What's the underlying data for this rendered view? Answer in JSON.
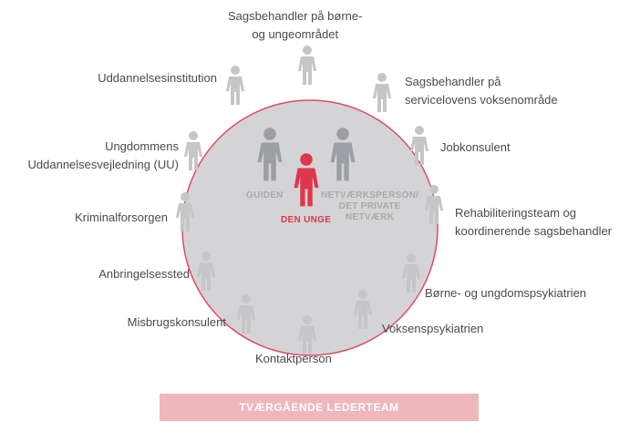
{
  "center": {
    "guide": "GUIDEN",
    "young_person": "DEN UNGE",
    "network_lines": [
      "NETVÆRKSPERSON/",
      "DET PRIVATE",
      "NETVÆRK"
    ]
  },
  "actors": [
    {
      "lines": [
        "Sagsbehandler på børne-",
        "og ungeområdet"
      ]
    },
    {
      "lines": [
        "Sagsbehandler på",
        "servicelovens voksenområde"
      ]
    },
    {
      "lines": [
        "Jobkonsulent"
      ]
    },
    {
      "lines": [
        "Rehabiliteringsteam og",
        "koordinerende sagsbehandler"
      ]
    },
    {
      "lines": [
        "Børne- og ungdomspsykiatrien"
      ]
    },
    {
      "lines": [
        "Voksenspsykiatrien"
      ]
    },
    {
      "lines": [
        "Kontaktperson"
      ]
    },
    {
      "lines": [
        "Misbrugskonsulent"
      ]
    },
    {
      "lines": [
        "Anbringelsessted"
      ]
    },
    {
      "lines": [
        "Kriminalforsorgen"
      ]
    },
    {
      "lines": [
        "Ungdommens",
        "Uddannelsesvejledning (UU)"
      ]
    },
    {
      "lines": [
        "Uddannelsesinstitution"
      ]
    }
  ],
  "footer": {
    "label": "TVÆRGÅENDE LEDERTEAM"
  },
  "colors": {
    "circle_fill": "#d4d4d6",
    "circle_stroke": "#e04a5c",
    "figure_grey": "#9b9ea2",
    "outer_figure": "#c4c6c8",
    "accent_red": "#e0364d",
    "team_bar": "#efb6bc"
  }
}
